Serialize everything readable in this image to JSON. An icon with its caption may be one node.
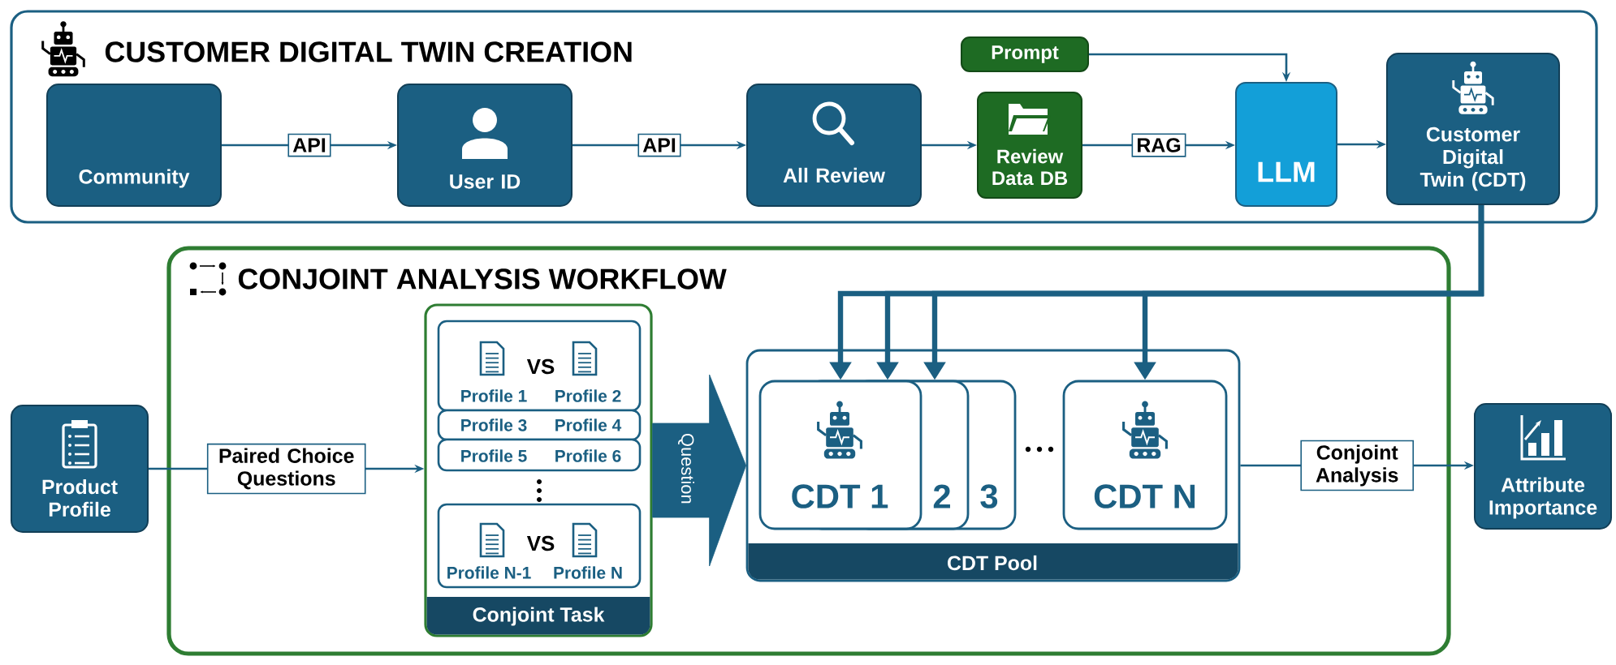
{
  "diagram": {
    "nodes": [
      {
        "text": [
          "CUSTOMER DIGITAL TWIN CREATION"
        ]
      },
      {
        "text": [
          "Community"
        ],
        "in": 0
      },
      {
        "text": [
          "User ID"
        ],
        "in": 0
      },
      {
        "text": [
          "All Review"
        ],
        "in": 0
      },
      {
        "text": [
          "Review Data DB"
        ],
        "in": 0
      },
      {
        "text": [
          "Prompt"
        ],
        "in": 0
      },
      {
        "text": [
          "LLM"
        ],
        "in": 0
      },
      {
        "text": [
          "Customer Digital Twin (CDT)"
        ],
        "in": 0
      },
      {
        "text": [
          "CONJOINT ANALYSIS WORKFLOW"
        ]
      },
      {
        "text": [
          "Product Profile"
        ]
      },
      {
        "text": [
          "Conjoint Task"
        ],
        "in": 8
      },
      {
        "text": [
          "VS",
          "Profile 1",
          "Profile 2"
        ],
        "in": 10
      },
      {
        "text": [
          "Profile 3",
          "Profile 4"
        ],
        "in": 10
      },
      {
        "text": [
          "Profile 5",
          "Profile 6"
        ],
        "in": 10
      },
      {
        "text": [
          "VS",
          "Profile N-1",
          "Profile N"
        ],
        "in": 10
      },
      {
        "text": [
          "CDT Pool"
        ],
        "in": 8
      },
      {
        "text": [
          "CDT 1"
        ],
        "in": 15
      },
      {
        "text": [
          "2"
        ],
        "in": 15
      },
      {
        "text": [
          "3"
        ],
        "in": 15
      },
      {
        "text": [
          "CDT N"
        ],
        "in": 15
      },
      {
        "text": [
          "Attribute Importance"
        ]
      }
    ],
    "edges": [
      {
        "from": 1,
        "to": 2,
        "arrow": "to",
        "label": "API"
      },
      {
        "from": 2,
        "to": 3,
        "arrow": "to",
        "label": "API"
      },
      {
        "from": 3,
        "to": 4,
        "arrow": "to"
      },
      {
        "from": 4,
        "to": 6,
        "arrow": "to",
        "label": "RAG"
      },
      {
        "from": 5,
        "to": 6,
        "arrow": "to"
      },
      {
        "from": 6,
        "to": 7,
        "arrow": "to"
      },
      {
        "from": 7,
        "to": 16,
        "arrow": "to",
        "style": "thick"
      },
      {
        "from": 7,
        "to": 17,
        "arrow": "to",
        "style": "thick"
      },
      {
        "from": 7,
        "to": 18,
        "arrow": "to",
        "style": "thick"
      },
      {
        "from": 7,
        "to": 19,
        "arrow": "to",
        "style": "thick"
      },
      {
        "from": 9,
        "to": 10,
        "arrow": "to",
        "label": "Paired Choice Questions"
      },
      {
        "from": 10,
        "to": 15,
        "arrow": "to",
        "label": "Question",
        "style": "thick"
      },
      {
        "from": 15,
        "to": 20,
        "arrow": "to",
        "label": "Conjoint Analysis"
      }
    ]
  }
}
